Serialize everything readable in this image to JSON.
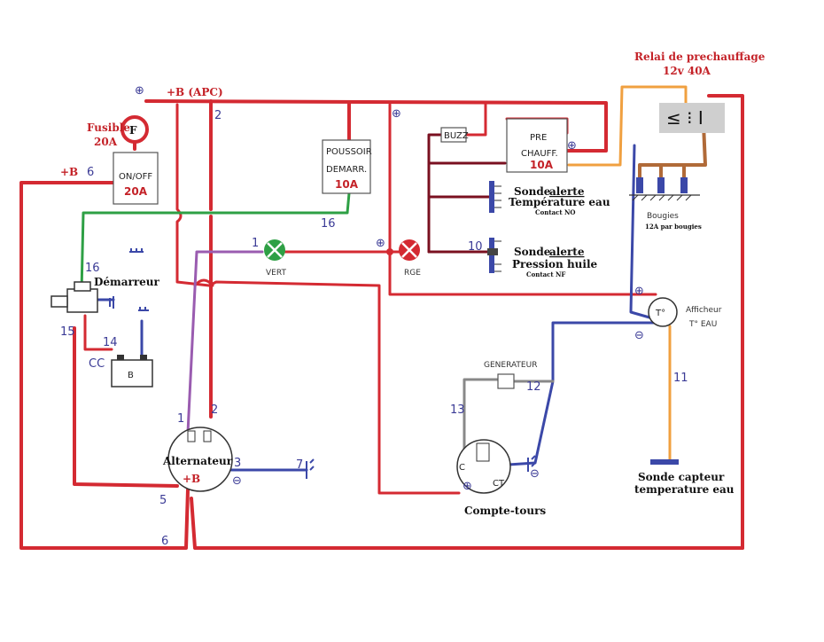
{
  "labels": {
    "bplus_apc": "+B (APC)",
    "fusible": "Fusible",
    "fusible_amp": "20A",
    "fusible_letter": "F",
    "bplus_left": "+B",
    "onoff": "ON/OFF",
    "onoff_amp": "20A",
    "poussoir_line1": "POUSSOIR",
    "poussoir_line2": "DEMARR.",
    "poussoir_amp": "10A",
    "buzz": "BUZZ",
    "prechauff_line1": "PRE",
    "prechauff_line2": "CHAUFF.",
    "prechauff_amp": "10A",
    "relai_title": "Relai de prechauffage",
    "relai_spec": "12v  40A",
    "sonde_temp_line1_prefix": "Sonde ",
    "sonde_temp_line1_alert": "alerte",
    "sonde_temp_line2": "Température  eau",
    "sonde_temp_contact": "Contact NO",
    "sonde_press_line1_prefix": "Sonde ",
    "sonde_press_line1_alert": "alerte",
    "sonde_press_line2": "Pression huile",
    "sonde_press_contact": "Contact NF",
    "bougies": "Bougies",
    "bougies_spec": "12A par bougies",
    "vert": "VERT",
    "rge": "RGE",
    "demarreur": "Démarreur",
    "cc": "CC",
    "battery": "B",
    "alternateur": "Alternateur",
    "alt_bplus": "+B",
    "generateur": "GENERATEUR",
    "compte_tours": "Compte-tours",
    "ct_c": "C",
    "ct_ct": "CT",
    "afficheur_line1": "Afficheur",
    "afficheur_line2": "T° EAU",
    "afficheur_dial": "T°",
    "sonde_capteur_line1": "Sonde capteur",
    "sonde_capteur_line2": "temperature eau",
    "plus": "⊕",
    "minus": "⊖"
  },
  "wire_numbers": {
    "w1": "1",
    "w2": "2",
    "w2b": "2",
    "w1b": "1",
    "w3": "3",
    "w5": "5",
    "w6": "6",
    "w6b": "6",
    "w7": "7",
    "w10": "10",
    "w11": "11",
    "w12": "12",
    "w13": "13",
    "w14": "14",
    "w15": "15",
    "w16": "16",
    "w16b": "16"
  },
  "colors": {
    "red": "#d42a32",
    "dark_red": "#7a1020",
    "green": "#2ea045",
    "purple": "#9a5cb0",
    "blue": "#3b48a8",
    "orange": "#f0a040",
    "brown": "#b06a38",
    "gray": "#888888",
    "relay_box": "#cfcfcf"
  }
}
